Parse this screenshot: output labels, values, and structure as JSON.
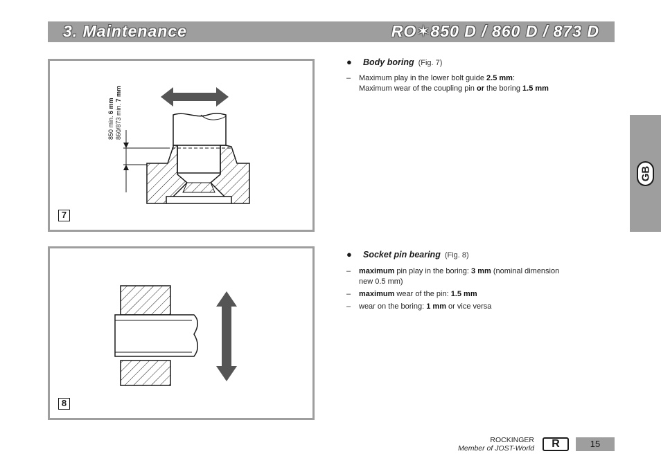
{
  "header": {
    "title": "3. Maintenance",
    "model": "RO✶850 D / 860 D / 873 D"
  },
  "lang_tab": {
    "label": "GB"
  },
  "figures": {
    "fig7": {
      "number": "7",
      "label_line1_a": "850 min. ",
      "label_line1_b": "6 mm",
      "label_line2_a": "860/873 min. ",
      "label_line2_b": "7 mm"
    },
    "fig8": {
      "number": "8"
    }
  },
  "sections": {
    "body": {
      "bullet": "●",
      "title": "Body boring",
      "fig_ref": "(Fig. 7)",
      "item1": {
        "dash": "–",
        "a": "Maximum play in the lower bolt guide ",
        "b": "2.5 mm",
        "c": ":",
        "d": "Maximum wear of the coupling pin ",
        "e": "or",
        "f": " the boring ",
        "g": "1.5 mm"
      }
    },
    "socket": {
      "bullet": "●",
      "title": "Socket pin bearing",
      "fig_ref": "(Fig. 8)",
      "item1": {
        "dash": "–",
        "a": "maximum",
        "b": " pin play in the boring: ",
        "c": "3 mm",
        "d": " (nominal dimension",
        "e": "new 0.5 mm)"
      },
      "item2": {
        "dash": "–",
        "a": "maximum",
        "b": " wear of the pin: ",
        "c": "1.5 mm"
      },
      "item3": {
        "dash": "–",
        "a": "wear on the boring: ",
        "b": "1 mm",
        "c": " or vice versa"
      }
    }
  },
  "footer": {
    "brand": "ROCKINGER",
    "member": "Member of JOST-World",
    "logo": "R",
    "page": "15"
  },
  "colors": {
    "header_bg": "#9e9e9e",
    "frame": "#9e9e9e",
    "arrow": "#555555"
  }
}
